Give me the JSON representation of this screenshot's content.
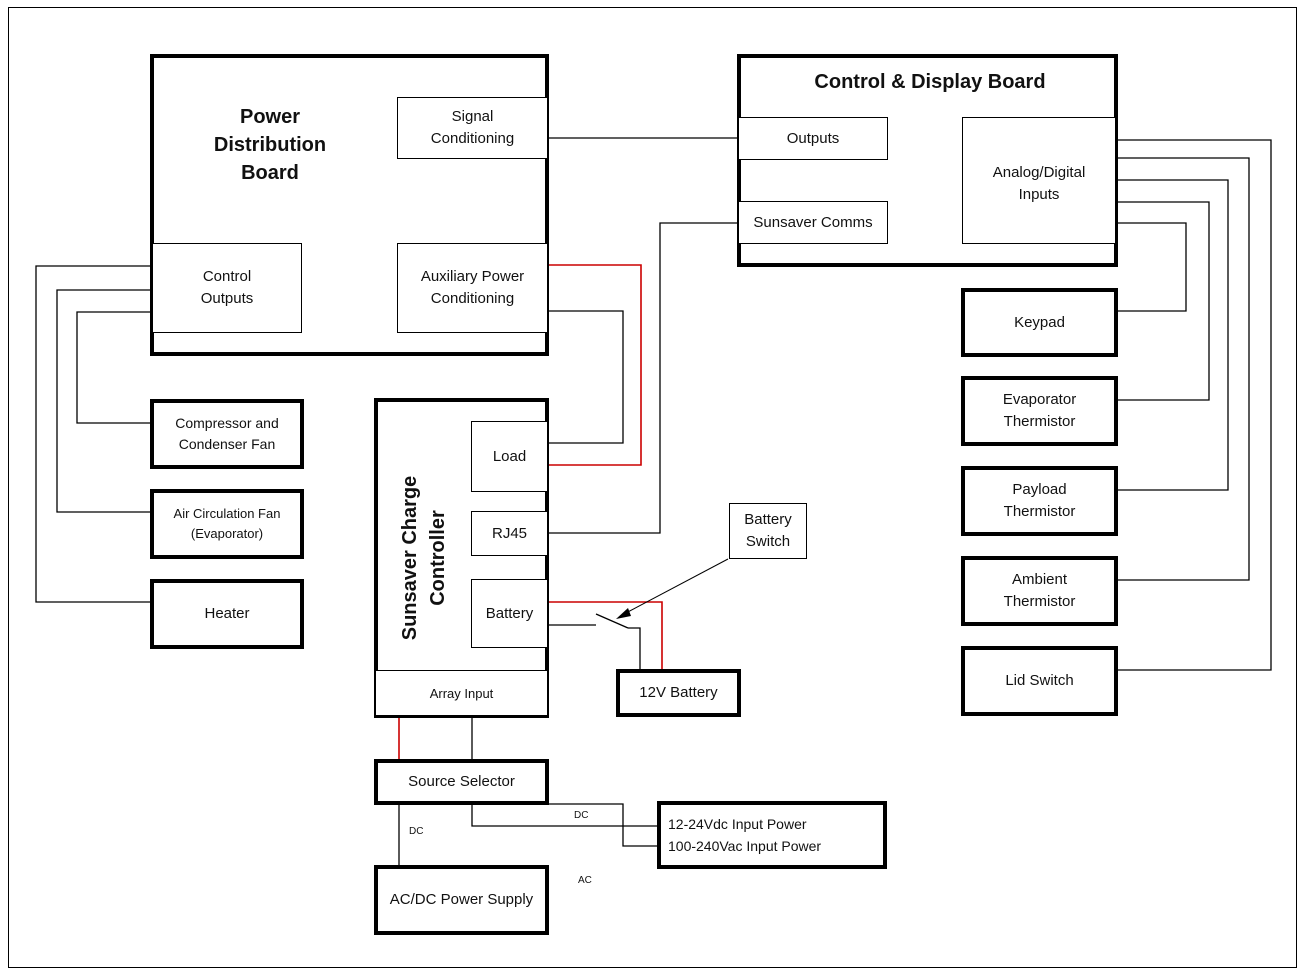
{
  "colors": {
    "wire": "#000000",
    "power_wire": "#cc0000",
    "frame": "#000000"
  },
  "power_board": {
    "title": [
      "Power",
      "Distribution",
      "Board"
    ],
    "signal_conditioning": [
      "Signal",
      "Conditioning"
    ],
    "control_outputs": [
      "Control",
      "Outputs"
    ],
    "aux_power": [
      "Auxiliary Power",
      "Conditioning"
    ]
  },
  "display_board": {
    "title": "Control & Display Board",
    "outputs": "Outputs",
    "sunsaver_comms": "Sunsaver Comms",
    "analog_inputs": [
      "Analog/Digital",
      "Inputs"
    ]
  },
  "devices": {
    "compressor": [
      "Compressor and",
      "Condenser Fan"
    ],
    "air_fan": [
      "Air Circulation Fan",
      "(Evaporator)"
    ],
    "heater": "Heater",
    "keypad": "Keypad",
    "evap_thermistor": [
      "Evaporator",
      "Thermistor"
    ],
    "payload_thermistor": [
      "Payload",
      "Thermistor"
    ],
    "ambient_thermistor": [
      "Ambient",
      "Thermistor"
    ],
    "lid_switch": "Lid Switch"
  },
  "charge_controller": {
    "title": [
      "Sunsaver Charge",
      "Controller"
    ],
    "load": "Load",
    "rj45": "RJ45",
    "battery": "Battery",
    "array_input": "Array Input"
  },
  "battery_switch": [
    "Battery",
    "Switch"
  ],
  "battery_12v": "12V Battery",
  "source_selector": "Source Selector",
  "psu": "AC/DC Power Supply",
  "input_power": [
    "12-24Vdc Input Power",
    "100-240Vac Input Power"
  ],
  "wire_labels": {
    "dc_top": "DC",
    "dc_left": "DC",
    "ac": "AC"
  }
}
